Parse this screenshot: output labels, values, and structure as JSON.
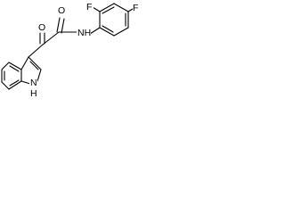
{
  "molecule": {
    "atoms": {
      "o1": "O",
      "o2": "O",
      "n_amide": "NH",
      "f1": "F",
      "f2": "F",
      "n_indole": "N",
      "h_indole": "H"
    }
  }
}
